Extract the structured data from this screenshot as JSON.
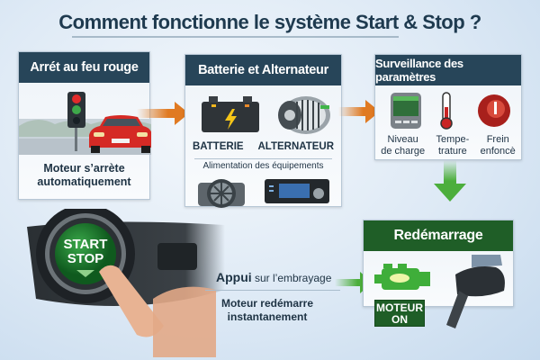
{
  "title": "Comment fonctionne le système Start & Stop ?",
  "panels": {
    "stop": {
      "header": "Arrét au feu rouge",
      "caption_line1": "Moteur s’arrète",
      "caption_line2": "automatiquement",
      "icons": [
        "traffic-light-icon",
        "red-car-icon"
      ]
    },
    "power": {
      "header": "Batterie et Alternateur",
      "battery_label": "BATTERIE",
      "alternator_label": "ALTERNATEUR",
      "subheader": "Alimentation des équipements",
      "icons": [
        "battery-icon",
        "alternator-icon",
        "fan-icon",
        "car-radio-icon"
      ]
    },
    "monitor": {
      "header": "Surveillance des paramètres",
      "items": [
        {
          "line1": "Niveau",
          "line2": "de charge",
          "icon": "charge-level-icon"
        },
        {
          "line1": "Tempe-",
          "line2": "trature",
          "icon": "thermometer-icon"
        },
        {
          "line1": "Frein",
          "line2": "enfoncè",
          "icon": "brake-icon"
        }
      ]
    },
    "restart": {
      "header": "Redémarrage",
      "badge_line1": "MOTEUR",
      "badge_line2": "ON",
      "icons": [
        "engine-icon",
        "clutch-pedal-icon"
      ]
    }
  },
  "button": {
    "line1": "START",
    "line2": "STOP"
  },
  "clutch": {
    "bold": "Appui",
    "rest": " sur l’embrayage",
    "result_line1": "Moteur redémarre",
    "result_line2": "instantanement"
  },
  "colors": {
    "navy": "#274559",
    "green": "#1f5e27",
    "orange": "#e07a22",
    "arrow_green": "#4cae3c"
  }
}
